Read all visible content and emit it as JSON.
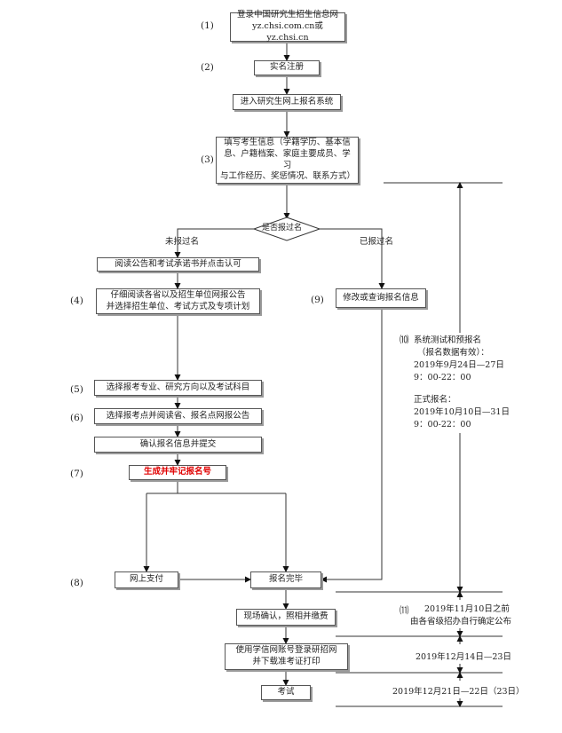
{
  "steps": {
    "s1": "(1)",
    "s2": "(2)",
    "s3": "(3)",
    "s4": "(4)",
    "s5": "(5)",
    "s6": "(6)",
    "s7": "(7)",
    "s8": "(8)",
    "s9": "(9)",
    "s10": "⑽",
    "s11": "⑾"
  },
  "nodes": {
    "login": "登录中国研究生招生信息网\nyz.chsi.com.cn或yz.chsi.cn",
    "register": "实名注册",
    "enter_system": "进入研究生网上报名系统",
    "fill_info": "填写考生信息（学籍学历、基本信\n息、户籍档案、家庭主要成员、学习\n与工作经历、奖惩情况、联系方式）",
    "decision": "是否报过名",
    "read_notice": "阅读公告和考试承诺书并点击认可",
    "read_units": "仔细阅读各省以及招生单位网报公告\n并选择招生单位、考试方式及专项计划",
    "modify_query": "修改或查询报名信息",
    "choose_major": "选择报考专业、研究方向以及考试科目",
    "choose_site": "选择报考点并阅读省、报名点网报公告",
    "confirm_submit": "确认报名信息并提交",
    "generate_number": "生成并牢记报名号",
    "online_pay": "网上支付",
    "registration_done": "报名完毕",
    "onsite_confirm": "现场确认，照相并缴费",
    "print_ticket": "使用学信网账号登录研招网\n并下载准考证打印",
    "exam": "考试"
  },
  "branches": {
    "not_registered": "未报过名",
    "registered": "已报过名"
  },
  "timeline": {
    "prereg_title": "系统测试和预报名",
    "prereg_note": "（报名数据有效）：",
    "prereg_dates": "2019年9月24日—27日",
    "prereg_hours": "9：00-22：00",
    "formal_title": "正式报名：",
    "formal_dates": "2019年10月10日—31日",
    "formal_hours": "9：00-22：00",
    "confirm_deadline": "2019年11月10日之前",
    "confirm_note": "由各省级招办自行确定公布",
    "print_dates": "2019年12月14日—23日",
    "exam_dates": "2019年12月21日—22日（23日）"
  }
}
